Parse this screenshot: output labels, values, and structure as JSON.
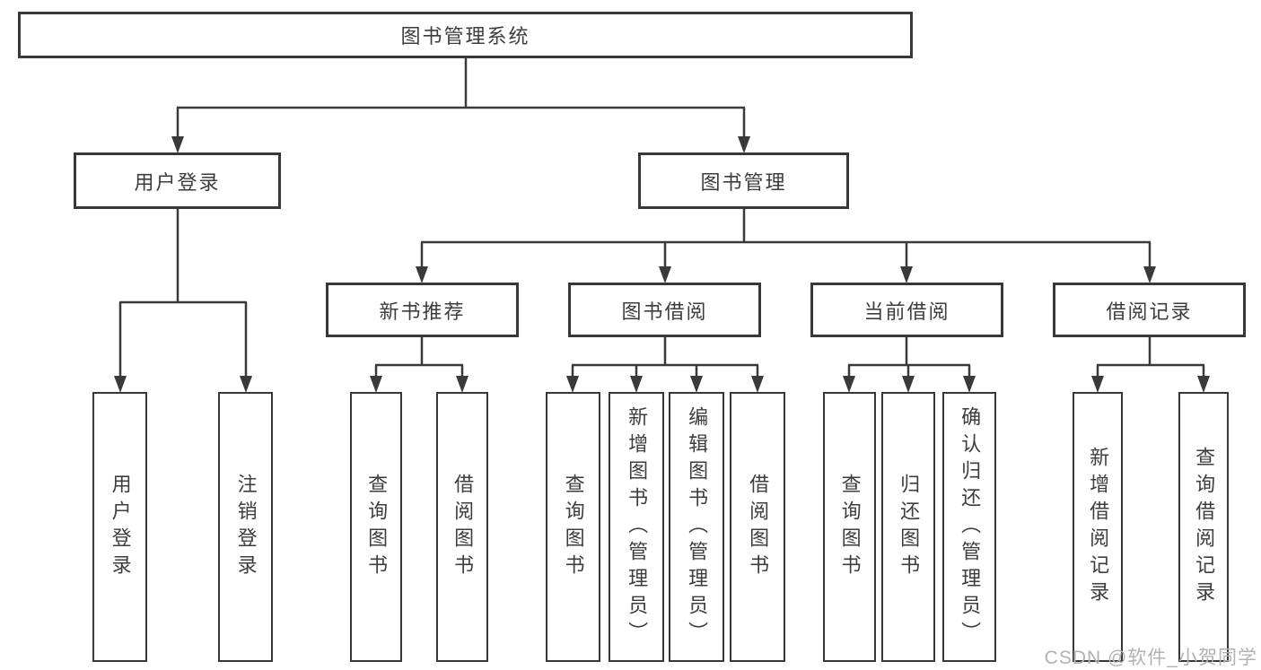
{
  "tree": {
    "root": {
      "label": "图书管理系统"
    },
    "branches": [
      {
        "label": "用户登录",
        "children": [
          {
            "label": "用户登录"
          },
          {
            "label": "注销登录"
          }
        ]
      },
      {
        "label": "图书管理",
        "children": [
          {
            "label": "新书推荐",
            "children": [
              {
                "label": "查询图书"
              },
              {
                "label": "借阅图书"
              }
            ]
          },
          {
            "label": "图书借阅",
            "children": [
              {
                "label": "查询图书"
              },
              {
                "label": "新增图书（管理员）"
              },
              {
                "label": "编辑图书（管理员）"
              },
              {
                "label": "借阅图书"
              }
            ]
          },
          {
            "label": "当前借阅",
            "children": [
              {
                "label": "查询图书"
              },
              {
                "label": "归还图书"
              },
              {
                "label": "确认归还（管理员）"
              }
            ]
          },
          {
            "label": "借阅记录",
            "children": [
              {
                "label": "新增借阅记录"
              },
              {
                "label": "查询借阅记录"
              }
            ]
          }
        ]
      }
    ]
  },
  "watermark": {
    "text": "CSDN @软件_小贺同学"
  },
  "colors": {
    "line": "#3a3a3a",
    "box_border": "#383838",
    "box_background": "#ffffff",
    "text": "#3d3d3d",
    "watermark_text": "#b2b2b2",
    "page_background": "#ffffff"
  }
}
